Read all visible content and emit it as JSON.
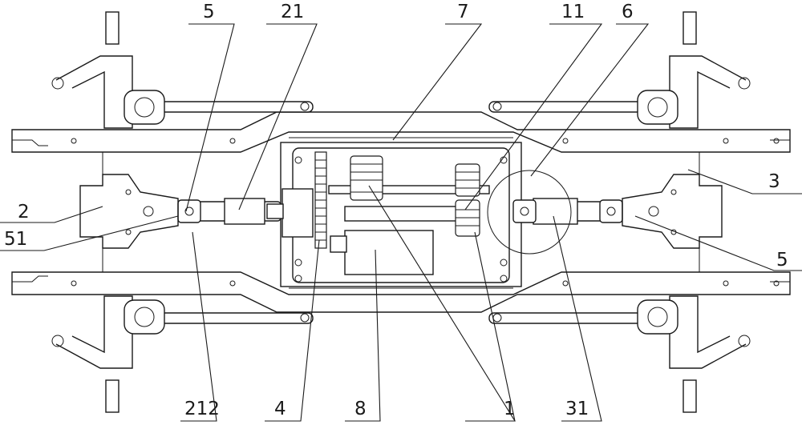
{
  "labels": {
    "l5_top": "5",
    "l21": "21",
    "l7": "7",
    "l11": "11",
    "l6": "6",
    "l3": "3",
    "l2": "2",
    "l51": "51",
    "l5_right": "5",
    "l212": "212",
    "l4": "4",
    "l8": "8",
    "l1": "1",
    "l31": "31"
  }
}
